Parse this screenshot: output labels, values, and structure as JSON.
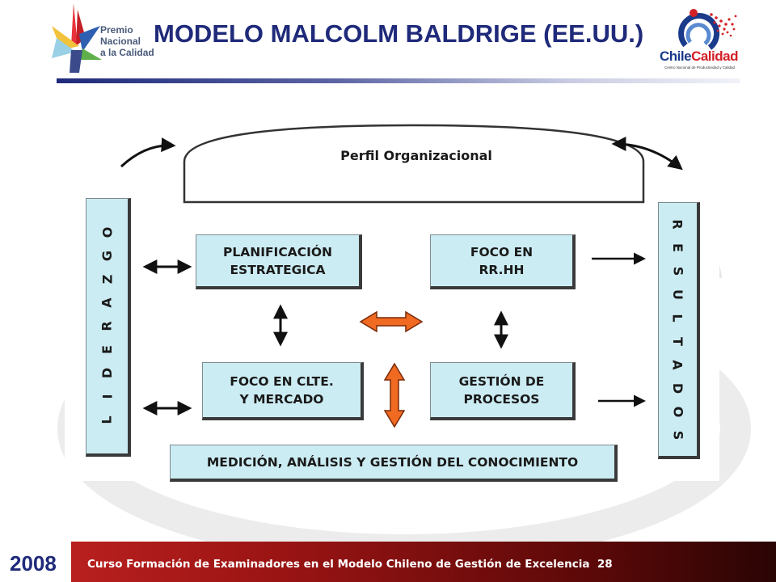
{
  "header": {
    "title": "MODELO MALCOLM BALDRIGE (EE.UU.)",
    "left_logo": {
      "icon": "premio-nacional-logo-icon",
      "lines": [
        "Premio",
        "Nacional",
        "a la Calidad"
      ]
    },
    "right_logo": {
      "icon": "chilecalidad-logo-icon",
      "name_part1": "Chile",
      "name_part2": "Calidad",
      "tagline": "Centro Nacional de Productividad y Calidad"
    },
    "colors": {
      "title": "#1f2a7a",
      "box_fill": "#ccecf3",
      "orange_arrow": "#f06a22",
      "footer": "#9a1414"
    }
  },
  "diagram": {
    "perfil": "Perfil Organizacional",
    "liderazgo": [
      "L",
      "I",
      "D",
      "E",
      "R",
      "A",
      "Z",
      "G",
      "O"
    ],
    "resultados": [
      "R",
      "E",
      "S",
      "U",
      "L",
      "T",
      "A",
      "D",
      "O",
      "S"
    ],
    "planificacion": [
      "PLANIFICACIÓN",
      "ESTRATEGICA"
    ],
    "foco_rrhh": [
      "FOCO EN",
      "RR.HH"
    ],
    "foco_clte": [
      "FOCO EN CLTE.",
      "Y MERCADO"
    ],
    "gestion_procesos": [
      "GESTIÓN DE",
      "PROCESOS"
    ],
    "medicion": "MEDICIÓN, ANÁLISIS Y GESTIÓN DEL CONOCIMIENTO"
  },
  "footer": {
    "text": "Curso Formación de Examinadores en el Modelo Chileno de Gestión de Excelencia",
    "page": "28",
    "year": "2008"
  }
}
